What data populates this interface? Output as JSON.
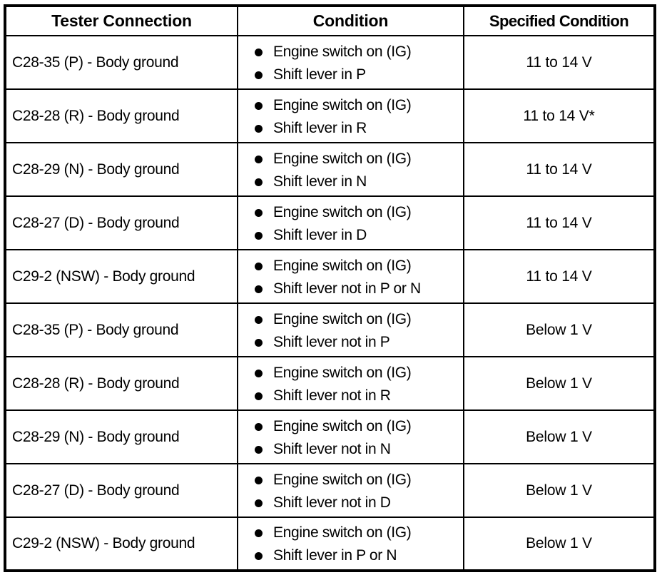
{
  "table": {
    "headers": {
      "tester_connection": "Tester Connection",
      "condition": "Condition",
      "specified_condition": "Specified Condition"
    },
    "rows": [
      {
        "connection": "C28-35 (P) - Body ground",
        "conditions": [
          "Engine switch on (IG)",
          "Shift lever in P"
        ],
        "specified": "11 to 14 V"
      },
      {
        "connection": "C28-28 (R) - Body ground",
        "conditions": [
          "Engine switch on (IG)",
          "Shift lever in R"
        ],
        "specified": "11 to 14 V*"
      },
      {
        "connection": "C28-29 (N) - Body ground",
        "conditions": [
          "Engine switch on (IG)",
          "Shift lever in N"
        ],
        "specified": "11 to 14 V"
      },
      {
        "connection": "C28-27 (D) - Body ground",
        "conditions": [
          "Engine switch on (IG)",
          "Shift lever in D"
        ],
        "specified": "11 to 14 V"
      },
      {
        "connection": "C29-2 (NSW) - Body ground",
        "conditions": [
          "Engine switch on (IG)",
          "Shift lever not in P or N"
        ],
        "specified": "11 to 14 V"
      },
      {
        "connection": "C28-35 (P) - Body ground",
        "conditions": [
          "Engine switch on (IG)",
          "Shift lever not in P"
        ],
        "specified": "Below 1 V"
      },
      {
        "connection": "C28-28 (R) - Body ground",
        "conditions": [
          "Engine switch on (IG)",
          "Shift lever not in R"
        ],
        "specified": "Below 1 V"
      },
      {
        "connection": "C28-29 (N) - Body ground",
        "conditions": [
          "Engine switch on (IG)",
          "Shift lever not in N"
        ],
        "specified": "Below 1 V"
      },
      {
        "connection": "C28-27 (D) - Body ground",
        "conditions": [
          "Engine switch on (IG)",
          "Shift lever not in D"
        ],
        "specified": "Below 1 V"
      },
      {
        "connection": "C29-2 (NSW) - Body ground",
        "conditions": [
          "Engine switch on (IG)",
          "Shift lever in P or N"
        ],
        "specified": "Below 1 V"
      }
    ]
  },
  "colors": {
    "border": "#000000",
    "text": "#000000",
    "background": "#ffffff"
  }
}
